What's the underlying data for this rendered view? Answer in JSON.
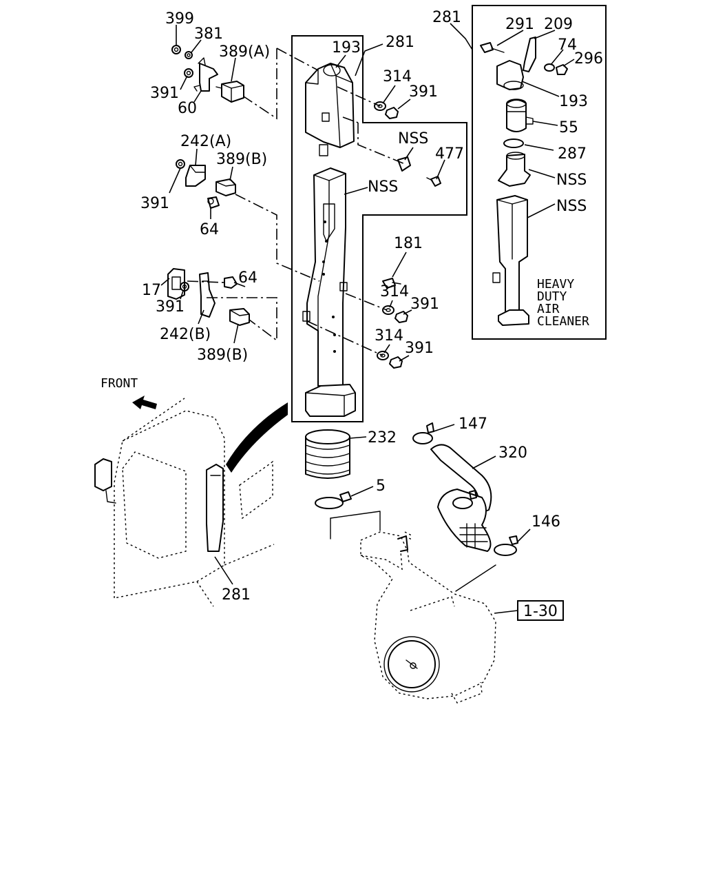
{
  "diagram": {
    "front_label": "FRONT",
    "inset_caption": [
      "HEAVY",
      "DUTY",
      "AIR",
      "CLEANER"
    ],
    "ref_box_label": "1-30",
    "callouts": {
      "c399": "399",
      "c381": "381",
      "c389a": "389(A)",
      "c391_top": "391",
      "c60": "60",
      "c242a": "242(A)",
      "c389b_mid": "389(B)",
      "c391_mid": "391",
      "c64_mid": "64",
      "c64_low": "64",
      "c17": "17",
      "c391_low": "391",
      "c242b": "242(B)",
      "c389b_low": "389(B)",
      "c193": "193",
      "c281_main": "281",
      "c314_a": "314",
      "c391_a": "391",
      "c nss_a": "NSS",
      "c477": "477",
      "c_nss_b": "NSS",
      "c181": "181",
      "c314_b": "314",
      "c391_b": "391",
      "c314_c": "314",
      "c391_c": "391",
      "c281_inset": "281",
      "c291": "291",
      "c209": "209",
      "c74": "74",
      "c296": "296",
      "c193_inset": "193",
      "c55": "55",
      "c287": "287",
      "c_nss_c": "NSS",
      "c_nss_d": "NSS",
      "c232": "232",
      "c147": "147",
      "c320": "320",
      "c5": "5",
      "c146": "146",
      "c281_cab": "281"
    }
  }
}
